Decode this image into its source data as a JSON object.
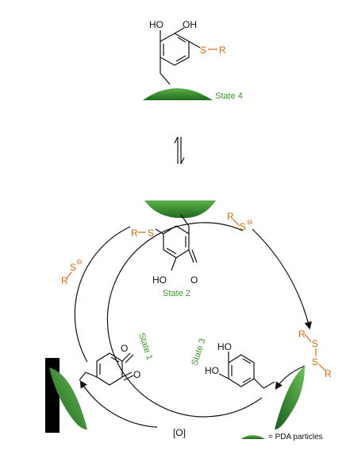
{
  "colors": {
    "accent_orange": "#d06a1a",
    "state_green": "#3c9a2c",
    "particle_dark": "#1e6b1e",
    "particle_light": "#5cb04a"
  },
  "labels": {
    "ho": "HO",
    "oh": "OH",
    "o": "O",
    "s": "S",
    "r": "R",
    "minus": "⊖",
    "oxidant": "[O]",
    "legend": "= PDA particles"
  },
  "states": {
    "state1": "State 1",
    "state2": "State 2",
    "state3": "State 3",
    "state4": "State 4"
  }
}
